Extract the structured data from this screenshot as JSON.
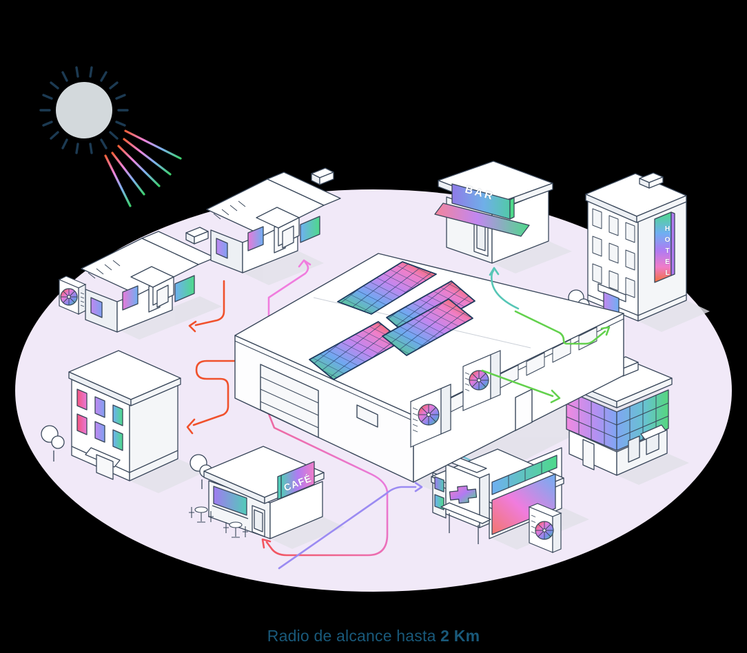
{
  "scene": {
    "background_color": "#000000",
    "coverage_area": {
      "shape": "ellipse",
      "fill": "#F1E9F8",
      "meaning": "radio de alcance"
    },
    "caption": {
      "prefix": "Radio de alcance hasta ",
      "bold": "2 Km",
      "color": "#19597A"
    },
    "sun": {
      "body_color": "#D3D9DC",
      "tick_color": "#1C3A52",
      "ray_gradient": [
        "#F0603A",
        "#EE83DC",
        "#7FB0F0",
        "#3ECF6E"
      ]
    },
    "signs": {
      "bar": "BAR",
      "hotel": "HOTEL",
      "cafe": "CAFÉ"
    },
    "solar_panel_gradient": [
      "#52D66B",
      "#6FA8F0",
      "#C187F0",
      "#EF7FC9",
      "#EF5A2B"
    ],
    "buildings": [
      {
        "id": "solar-plant",
        "desc": "central warehouse with 4 rooftop solar arrays, clerestory windows, garage door and 2 heat pumps"
      },
      {
        "id": "house-1",
        "desc": "gabled house with heat pump unit"
      },
      {
        "id": "house-2",
        "desc": "gabled house"
      },
      {
        "id": "bar",
        "desc": "one-storey bar with gradient sign and awning"
      },
      {
        "id": "hotel",
        "desc": "four-storey hotel with vertical gradient sign"
      },
      {
        "id": "apartment-building",
        "desc": "three-storey block with colourful windows and trees"
      },
      {
        "id": "cafe",
        "desc": "flat-roof café with terrace tables"
      },
      {
        "id": "clinic",
        "desc": "health centre with gradient cross and heat pump"
      },
      {
        "id": "office-building",
        "desc": "office block with gradient glass curtain wall"
      }
    ],
    "arrows": [
      {
        "target": "house-1",
        "color": "#F0512C"
      },
      {
        "target": "house-2",
        "color": "#F07CDE"
      },
      {
        "target": "apartment-building",
        "color": "#F0512C"
      },
      {
        "target": "bar",
        "color": "#56C6B6"
      },
      {
        "target": "hotel",
        "color": "#63D14D"
      },
      {
        "target": "office-building",
        "color": "#63D14D"
      },
      {
        "target": "clinic",
        "color": "#9B8BF2"
      },
      {
        "target": "cafe",
        "color": "#F2545C"
      }
    ]
  }
}
